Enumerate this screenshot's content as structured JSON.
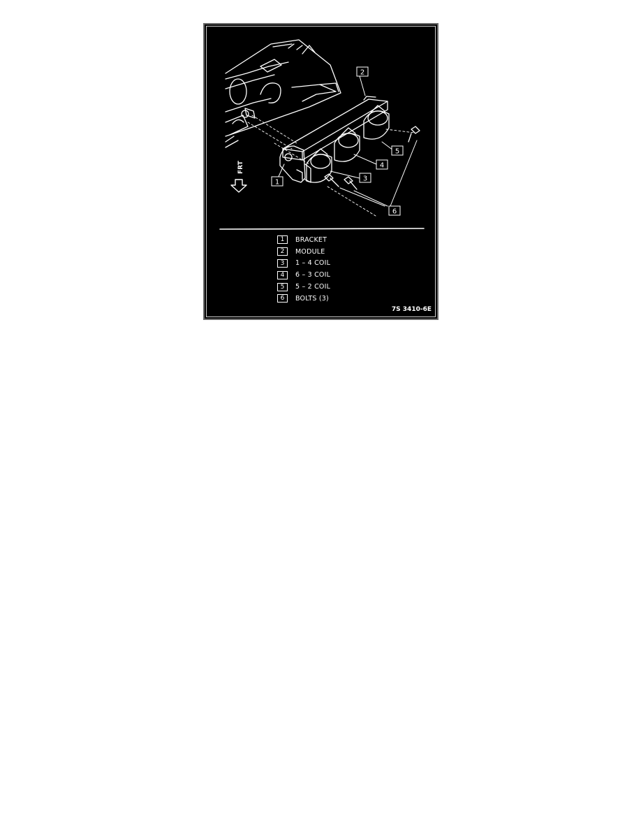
{
  "diagram": {
    "direction_label": "FRT",
    "callouts": [
      "1",
      "2",
      "3",
      "4",
      "5",
      "6"
    ],
    "legend": [
      {
        "num": "1",
        "label": "BRACKET"
      },
      {
        "num": "2",
        "label": "MODULE"
      },
      {
        "num": "3",
        "label": "1 – 4 COIL"
      },
      {
        "num": "4",
        "label": "6 – 3 COIL"
      },
      {
        "num": "5",
        "label": "5 – 2 COIL"
      },
      {
        "num": "6",
        "label": "BOLTS (3)"
      }
    ],
    "figure_code": "7S 3410-6E"
  }
}
